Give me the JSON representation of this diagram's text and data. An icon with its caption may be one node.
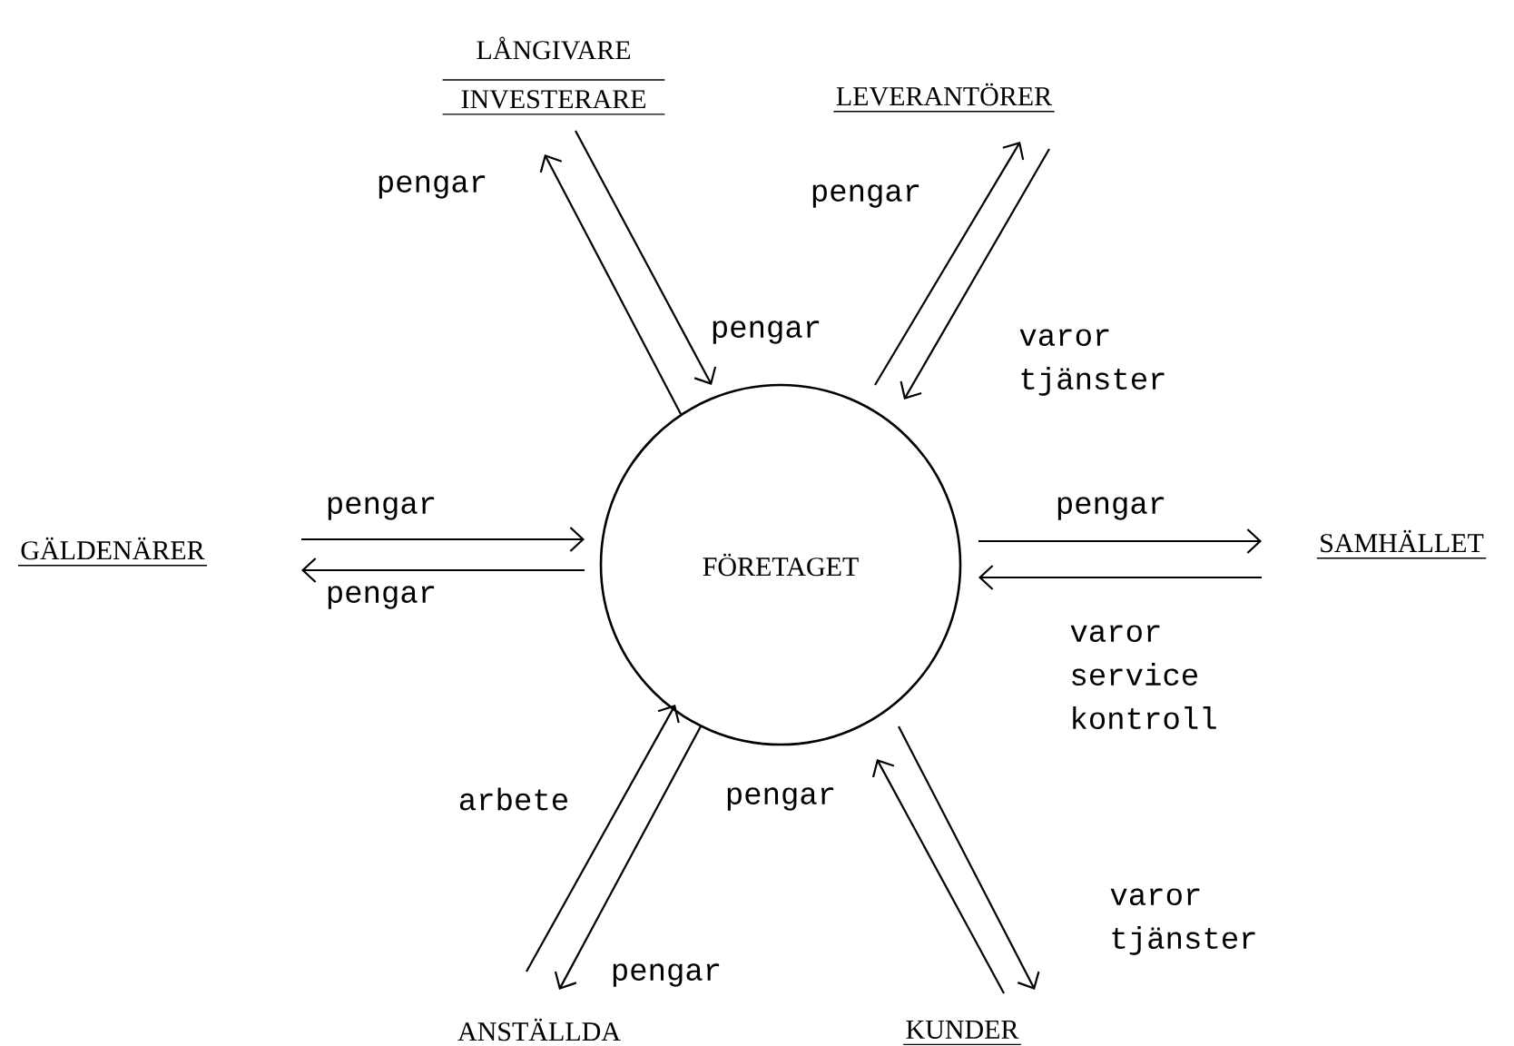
{
  "diagram": {
    "nodes": [
      {
        "text": [
          "FÖRETAGET"
        ]
      },
      {
        "text": [
          "LÅNGIVARE INVESTERARE"
        ]
      },
      {
        "text": [
          "LEVERANTÖRER"
        ]
      },
      {
        "text": [
          "GÄLDENÄRER"
        ]
      },
      {
        "text": [
          "SAMHÄLLET"
        ]
      },
      {
        "text": [
          "ANSTÄLLDA"
        ]
      },
      {
        "text": [
          "KUNDER"
        ]
      }
    ],
    "edges": [
      {
        "from": 0,
        "to": 1,
        "arrow": "to",
        "label": "pengar"
      },
      {
        "from": 1,
        "to": 0,
        "arrow": "to",
        "label": "pengar"
      },
      {
        "from": 0,
        "to": 2,
        "arrow": "to",
        "label": "pengar"
      },
      {
        "from": 2,
        "to": 0,
        "arrow": "to",
        "label": "varor tjänster"
      },
      {
        "from": 3,
        "to": 0,
        "arrow": "to",
        "label": "pengar"
      },
      {
        "from": 0,
        "to": 3,
        "arrow": "to",
        "label": "pengar"
      },
      {
        "from": 0,
        "to": 4,
        "arrow": "to",
        "label": "pengar"
      },
      {
        "from": 4,
        "to": 0,
        "arrow": "to",
        "label": "varor service kontroll"
      },
      {
        "from": 5,
        "to": 0,
        "arrow": "to",
        "label": "arbete"
      },
      {
        "from": 0,
        "to": 5,
        "arrow": "to",
        "label": "pengar"
      },
      {
        "from": 6,
        "to": 0,
        "arrow": "to",
        "label": "pengar"
      },
      {
        "from": 0,
        "to": 6,
        "arrow": "to",
        "label": "varor tjänster"
      }
    ]
  }
}
